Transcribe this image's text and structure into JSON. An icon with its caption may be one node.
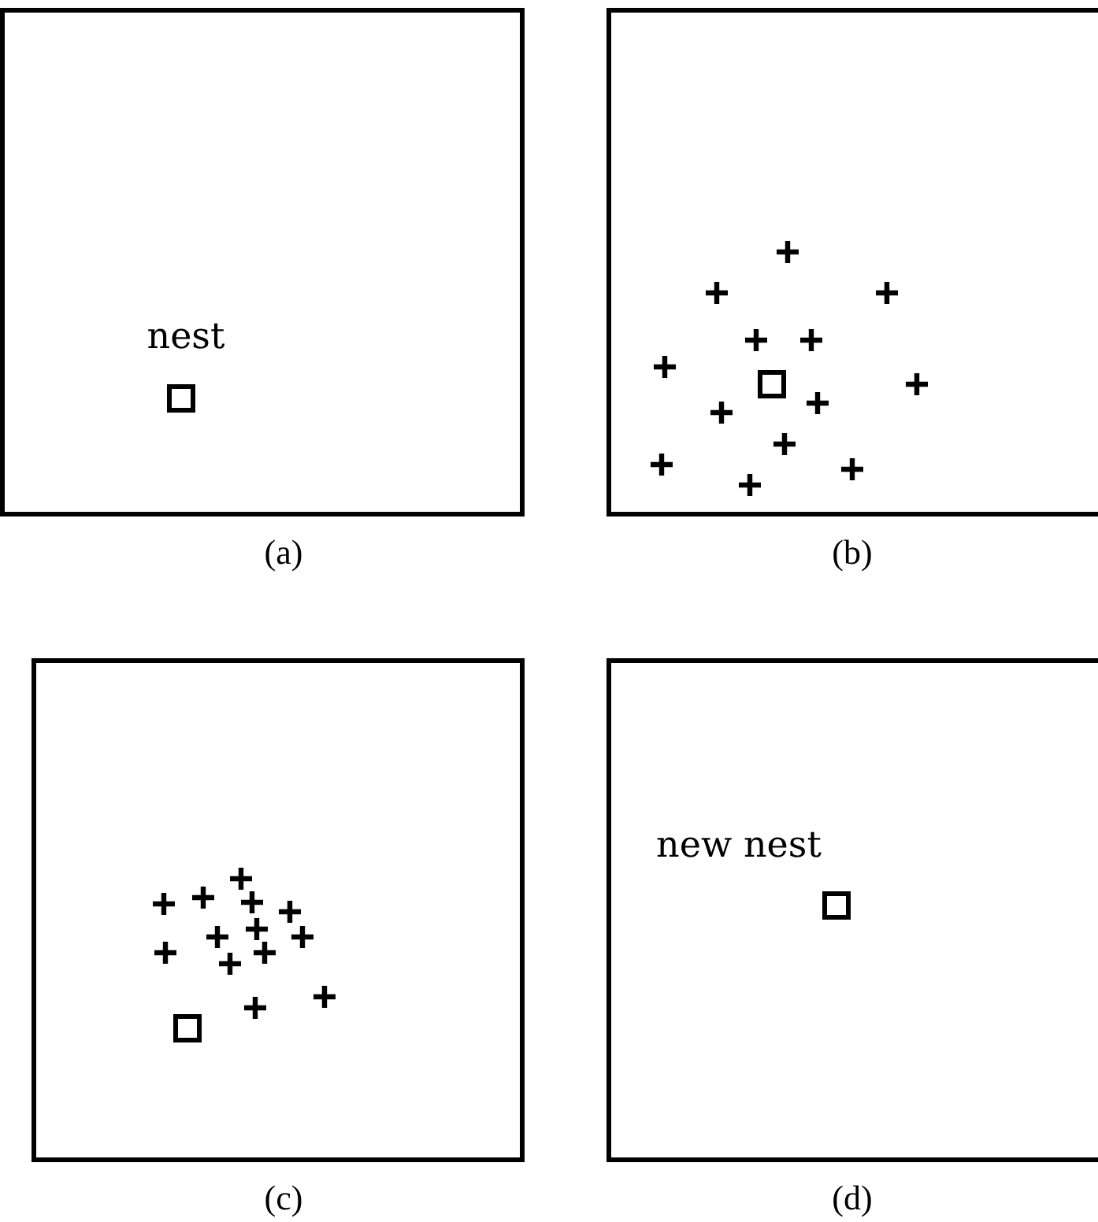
{
  "diagram": {
    "nodes": [
      {
        "text": [],
        "shape": "box",
        "beside": [
          "(a)"
        ]
      },
      {
        "text": [
          "nest"
        ],
        "in": 0
      },
      {
        "text": [],
        "shape": "box",
        "beside": [
          "(b)"
        ]
      },
      {
        "text": [],
        "shape": "box",
        "in": 2
      },
      {
        "text": [],
        "shape": "box",
        "beside": [
          "(c)"
        ]
      },
      {
        "text": [],
        "shape": "box",
        "in": 4
      },
      {
        "text": [],
        "shape": "box",
        "beside": [
          "(d)"
        ]
      },
      {
        "text": [
          "new nest"
        ],
        "in": 6
      }
    ],
    "edges": []
  }
}
